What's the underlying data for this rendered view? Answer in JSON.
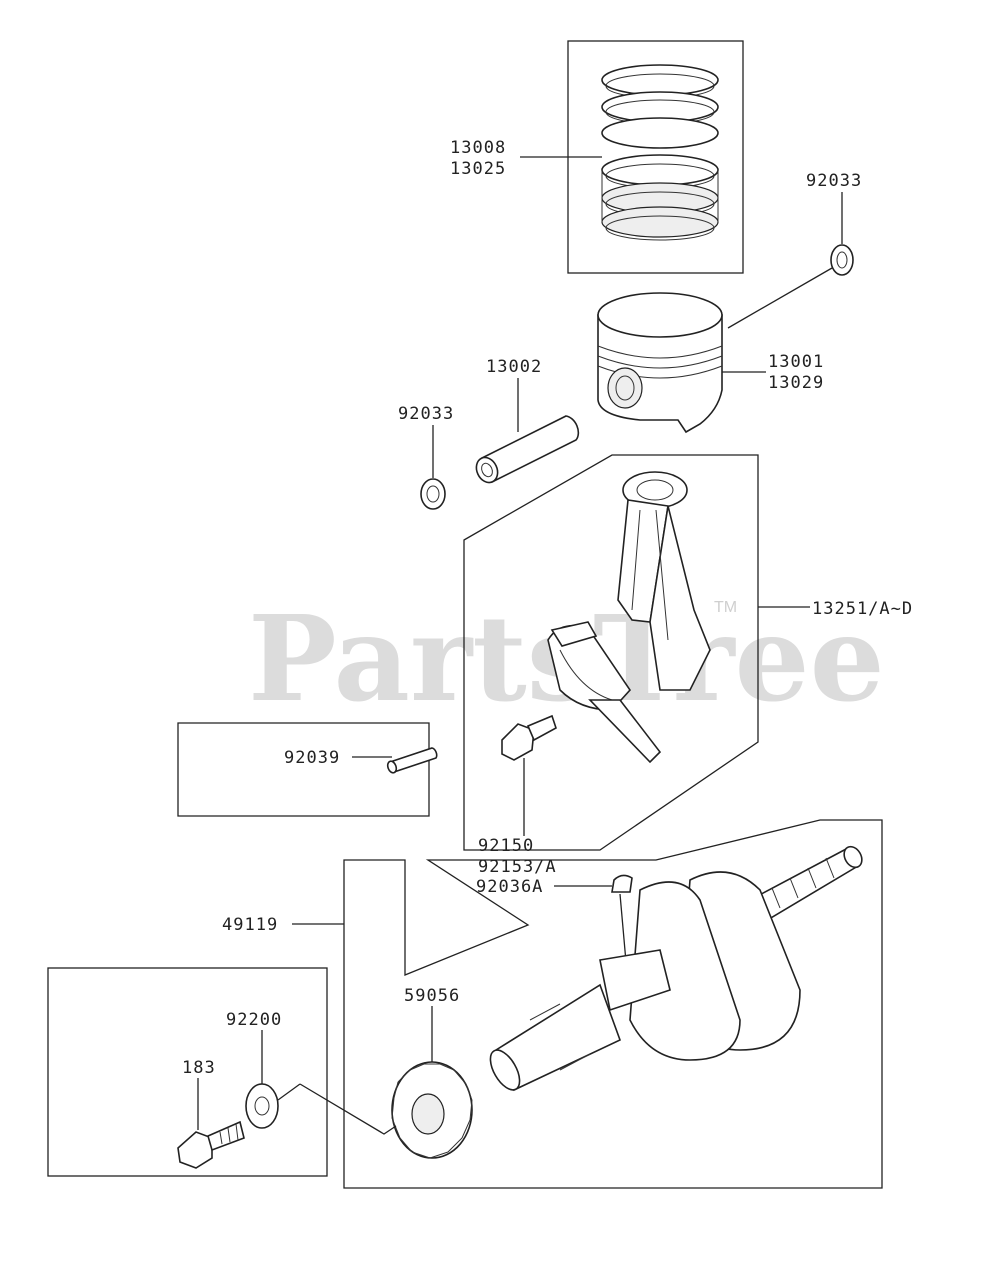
{
  "watermark": {
    "text": "PartsTree",
    "tm": "TM"
  },
  "labels": {
    "rings_a": "13008",
    "rings_b": "13025",
    "clip_right": "92033",
    "piston_pin": "13002",
    "clip_left": "92033",
    "piston_a": "13001",
    "piston_b": "13029",
    "conrod": "13251/A~D",
    "pin_92039": "92039",
    "bolt_a": "92150",
    "bolt_b": "92153/A",
    "key": "92036A",
    "crankshaft_assy": "49119",
    "gear": "59056",
    "washer": "92200",
    "bolt_183": "183"
  }
}
